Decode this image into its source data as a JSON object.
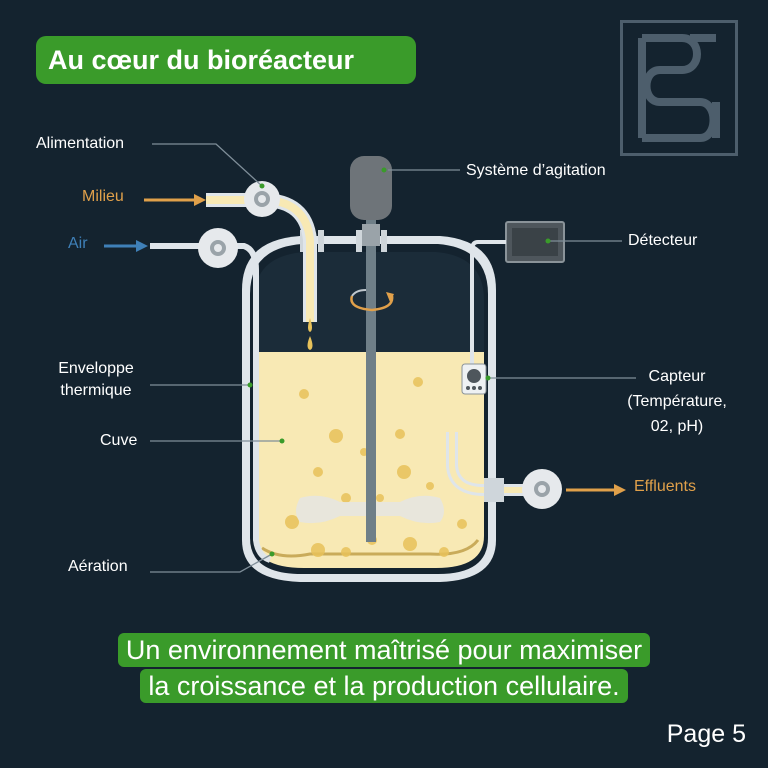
{
  "title": "Au cœur du bioréacteur",
  "labels": {
    "alimentation": "Alimentation",
    "milieu": "Milieu",
    "air": "Air",
    "agitation": "Système d’agitation",
    "detecteur": "Détecteur",
    "enveloppe_1": "Enveloppe",
    "enveloppe_2": "thermique",
    "cuve": "Cuve",
    "capteur_1": "Capteur",
    "capteur_2": "(Température,",
    "capteur_3": "02, pH)",
    "effluents": "Effluents",
    "aeration": "Aération"
  },
  "caption_line1": "Un environnement maîtrisé pour maximiser",
  "caption_line2": "la croissance et la production cellulaire.",
  "page": "Page 5",
  "colors": {
    "background": "#14232f",
    "accent_green": "#3a9b2a",
    "liquid": "#f8e9b4",
    "milieu_arrow": "#e0a04a",
    "air_arrow": "#3f80b8"
  }
}
